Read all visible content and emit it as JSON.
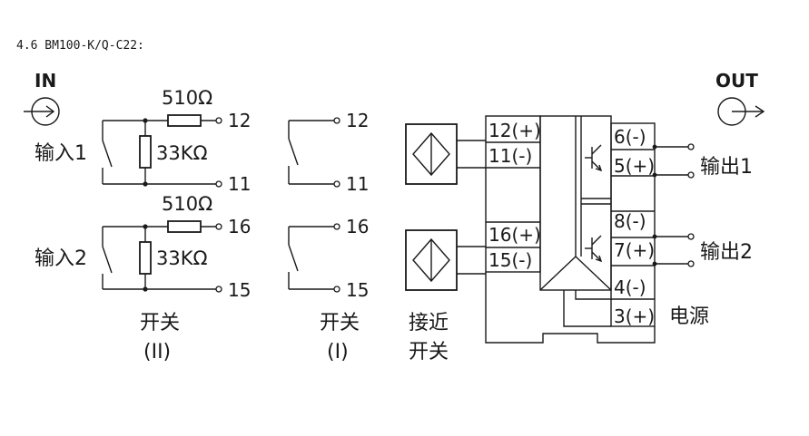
{
  "heading": "4.6 BM100-K/Q-C22:",
  "in_label": "IN",
  "out_label": "OUT",
  "switch_ii": {
    "r1_top": "510Ω",
    "r1_side": "33KΩ",
    "input1": "输入1",
    "t12": "12",
    "t11": "11",
    "r2_top": "510Ω",
    "r2_side": "33KΩ",
    "input2": "输入2",
    "t16": "16",
    "t15": "15",
    "caption1": "开关",
    "caption2": "(II)"
  },
  "switch_i": {
    "t12": "12",
    "t11": "11",
    "t16": "16",
    "t15": "15",
    "caption1": "开关",
    "caption2": "(I)"
  },
  "proximity": {
    "caption1": "接近",
    "caption2": "开关"
  },
  "module": {
    "in_terms": [
      "12(+)",
      "11(-)",
      "16(+)",
      "15(-)"
    ],
    "out_terms": [
      "6(-)",
      "5(+)",
      "8(-)",
      "7(+)",
      "4(-)",
      "3(+)"
    ],
    "output1": "输出1",
    "output2": "输出2",
    "power": "电源"
  }
}
